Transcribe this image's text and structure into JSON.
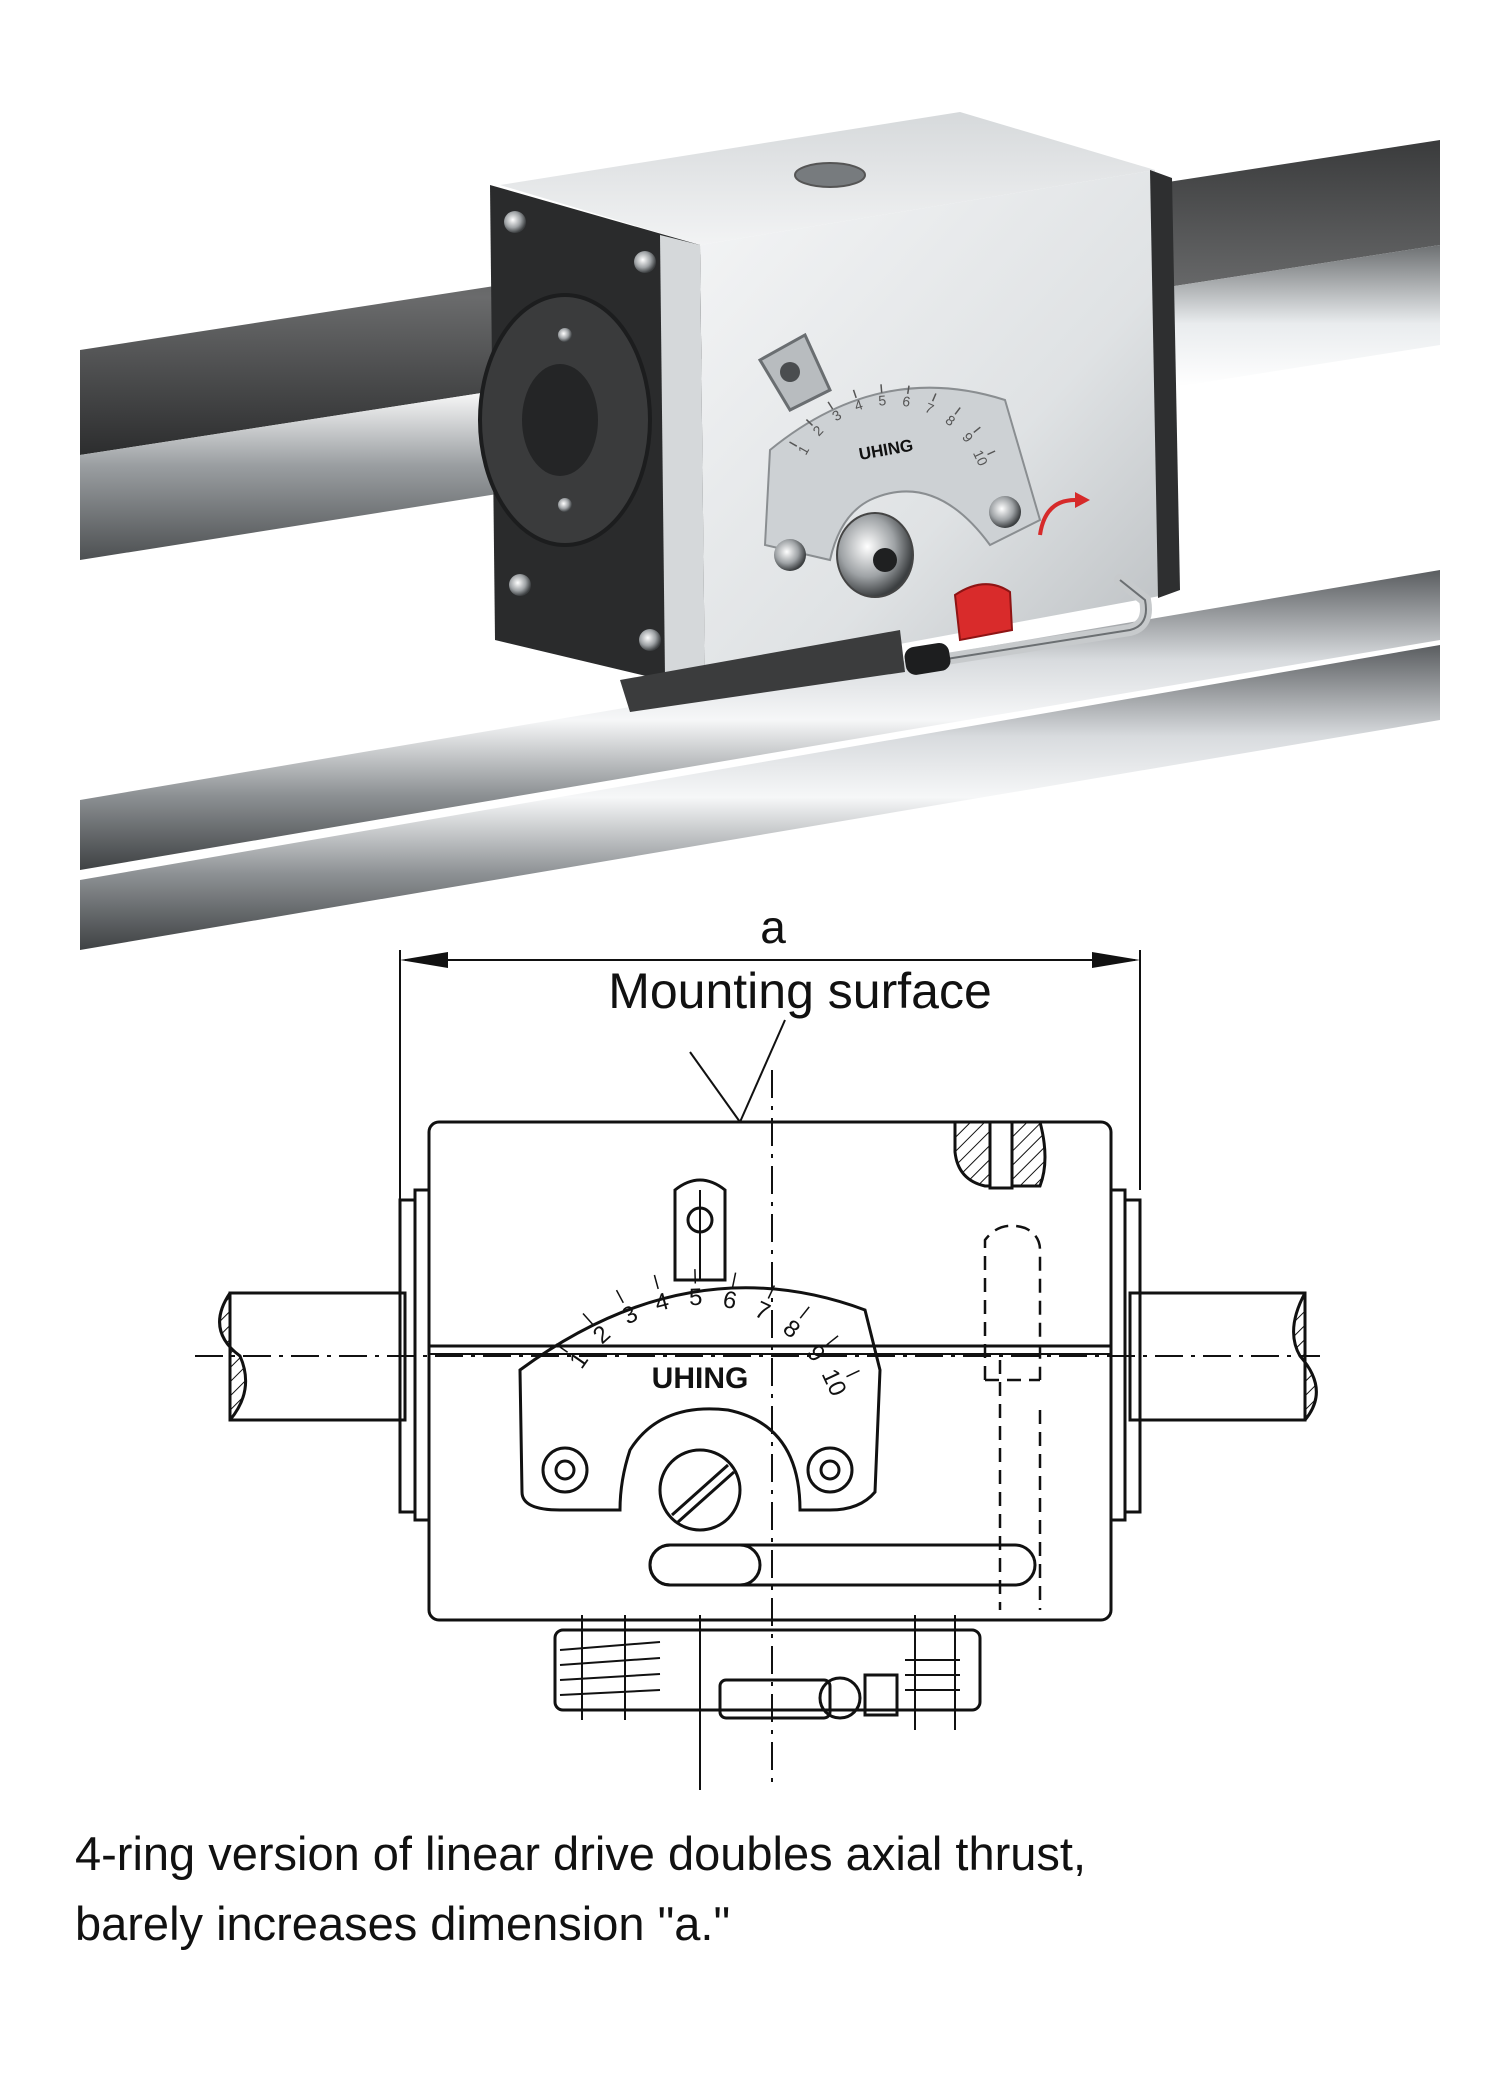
{
  "photo": {
    "brand_mark": "UHING",
    "scale_numbers": [
      "1",
      "2",
      "3",
      "4",
      "5",
      "6",
      "7",
      "8",
      "9",
      "10"
    ]
  },
  "drawing": {
    "dimension_label": "a",
    "mounting_label": "Mounting surface",
    "brand_mark": "UHING",
    "scale_numbers": [
      "1",
      "2",
      "3",
      "4",
      "5",
      "6",
      "7",
      "8",
      "9",
      "10"
    ]
  },
  "caption": {
    "line1": "4-ring version of linear drive doubles axial thrust,",
    "line2": "barely increases dimension \"a.\""
  }
}
